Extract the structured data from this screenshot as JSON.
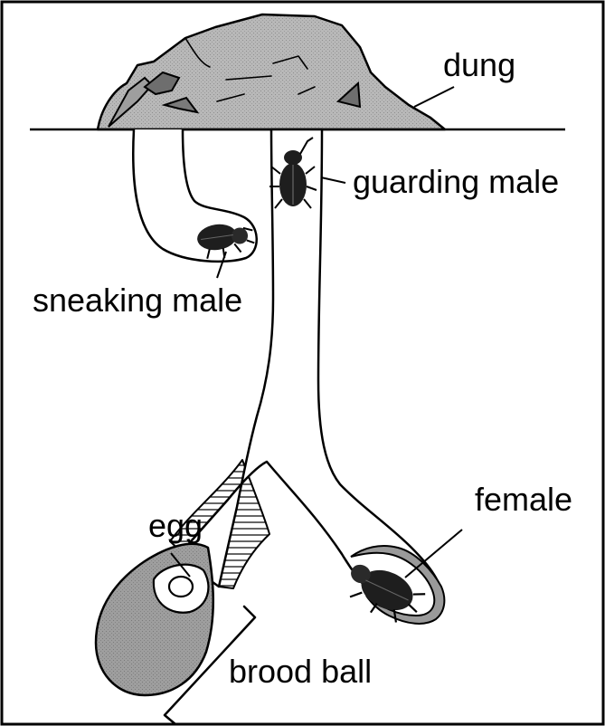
{
  "labels": {
    "dung": "dung",
    "guarding_male": "guarding male",
    "sneaking_male": "sneaking male",
    "female": "female",
    "egg": "egg",
    "brood_ball": "brood ball"
  },
  "colors": {
    "dung": "#b4b4b4",
    "dung_dark": "#7c7c7c",
    "brood_ball": "#9a9a9a",
    "tunnel": "#ffffff",
    "outline": "#000000",
    "beetle": "#1e1e1e"
  },
  "icons": {
    "beetles": "beetle-icon"
  }
}
